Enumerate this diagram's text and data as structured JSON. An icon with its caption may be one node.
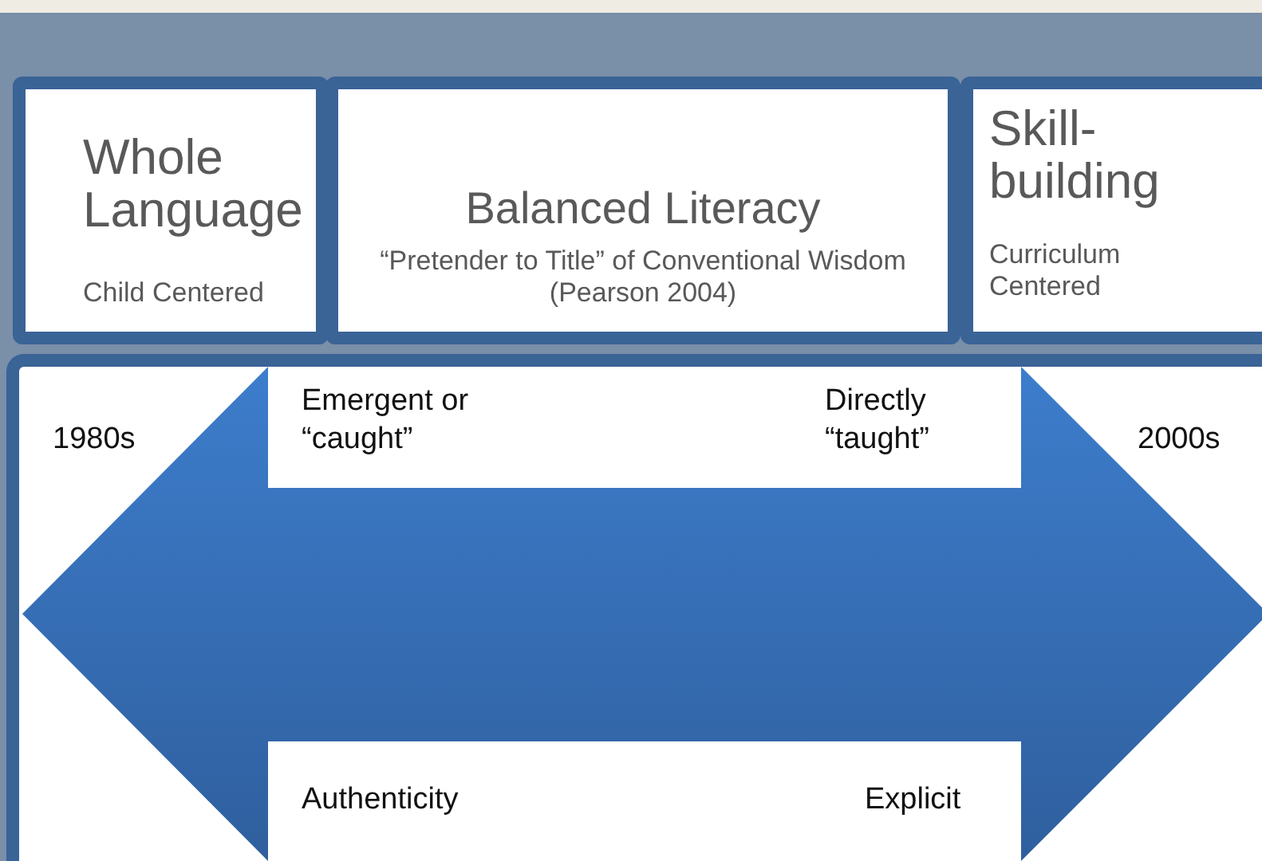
{
  "diagram": {
    "nodes": [
      {
        "text": [
          "Whole Language",
          "Child Centered"
        ]
      },
      {
        "text": [
          "Balanced Literacy",
          "“Pretender to Title” of Conventional Wisdom   (Pearson 2004)"
        ]
      },
      {
        "text": [
          "Skill-building",
          "Curriculum Centered"
        ]
      }
    ],
    "labels": [
      "1980s",
      "Emergent or “caught”",
      "Directly “taught”",
      "2000s",
      "Authenticity",
      "Explicit"
    ]
  }
}
